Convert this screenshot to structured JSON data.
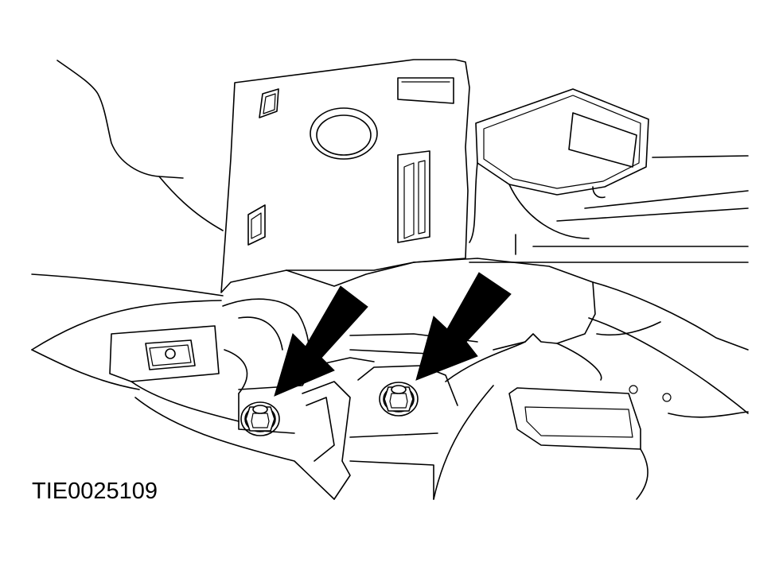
{
  "figure_id": "TIE0025109",
  "callouts": [
    {
      "name": "left-bolt-arrow",
      "points_to": "left-bolt"
    },
    {
      "name": "right-bolt-arrow",
      "points_to": "right-bolt"
    }
  ]
}
